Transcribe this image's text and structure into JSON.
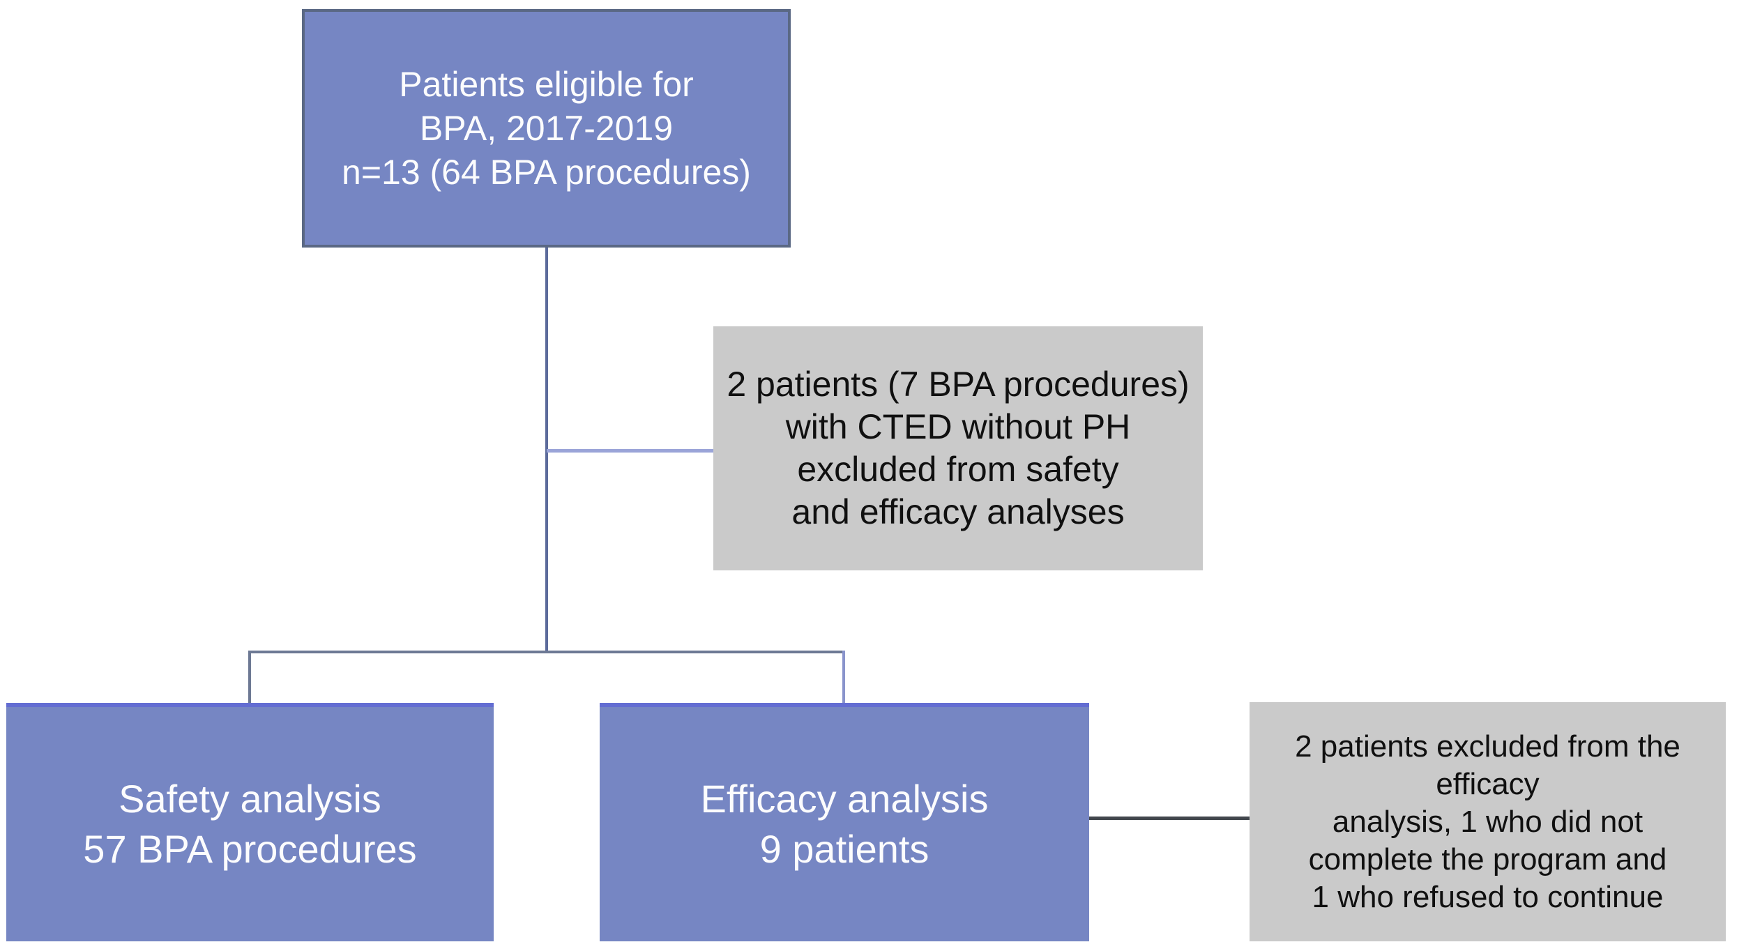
{
  "diagram": {
    "title": "BPA patient flow diagram",
    "background": "#ffffff",
    "colors": {
      "node_blue_fill": "#7686c3",
      "node_gray_fill": "#cacaca",
      "blue_node_text": "#fcfcfd",
      "gray_node_text": "#101010",
      "top_box_border": "#5a6884",
      "blue_box_top_border": "#636dd2",
      "connector_slate_blue": "#5c6b9b",
      "connector_periwinkle": "#9aa4d8",
      "connector_gray_blue": "#6d7994",
      "connector_dark_gray": "#42474d"
    },
    "nodes": {
      "eligible": {
        "lines": [
          "Patients eligible for",
          "BPA, 2017-2019",
          "n=13 (64 BPA procedures)"
        ]
      },
      "excluded_cted": {
        "lines": [
          "2 patients (7 BPA procedures)",
          "with CTED without PH",
          "excluded from safety",
          "and efficacy analyses"
        ]
      },
      "safety": {
        "lines": [
          "Safety analysis",
          "57 BPA procedures"
        ]
      },
      "efficacy": {
        "lines": [
          "Efficacy analysis",
          "9 patients"
        ]
      },
      "excluded_efficacy": {
        "lines": [
          "2 patients excluded from the",
          "efficacy",
          "analysis, 1 who did not",
          "complete the program and",
          "1 who refused to continue"
        ]
      }
    },
    "edges": [
      {
        "from": "eligible",
        "to": "split",
        "shape": "vertical"
      },
      {
        "from": "eligible-line",
        "to": "excluded_cted",
        "shape": "horizontal-branch"
      },
      {
        "from": "split",
        "to": "safety",
        "shape": "elbow"
      },
      {
        "from": "split",
        "to": "efficacy",
        "shape": "elbow"
      },
      {
        "from": "efficacy",
        "to": "excluded_efficacy",
        "shape": "horizontal"
      }
    ]
  }
}
